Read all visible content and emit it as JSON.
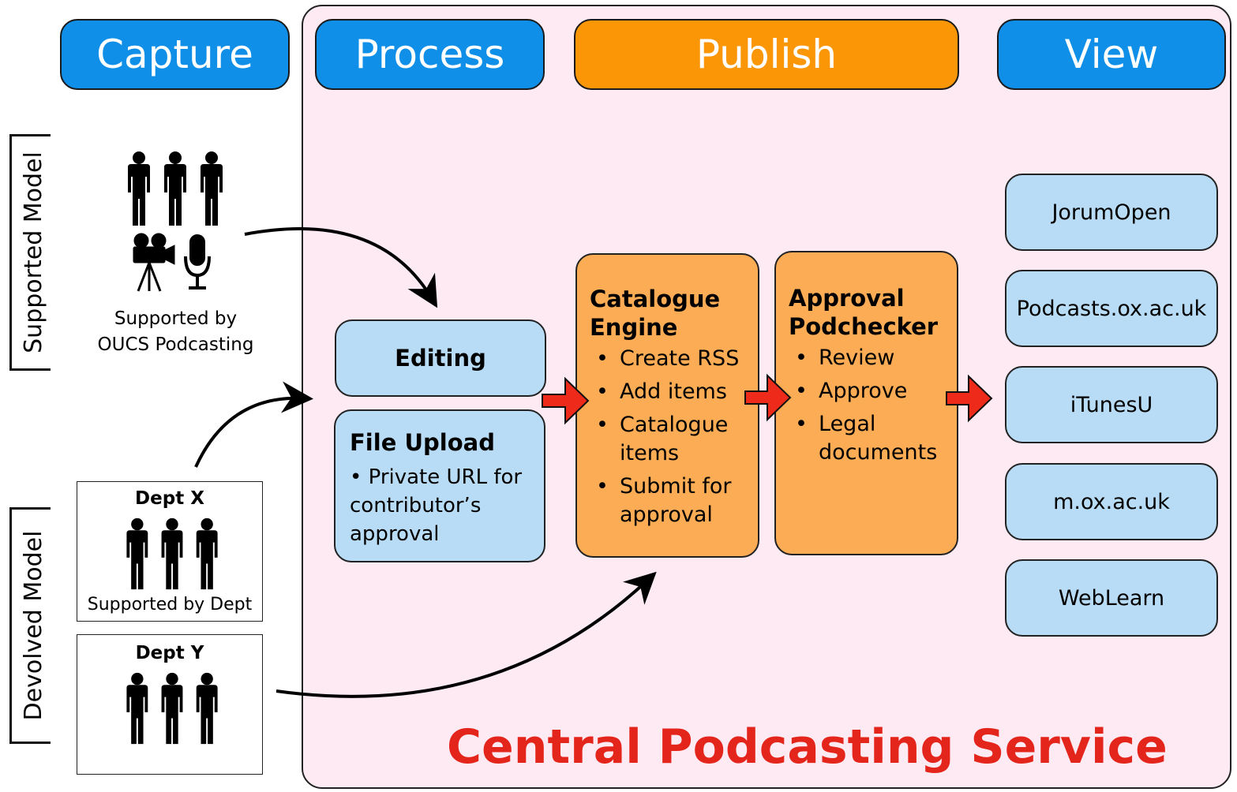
{
  "headers": {
    "capture": "Capture",
    "process": "Process",
    "publish": "Publish",
    "view": "View"
  },
  "side_labels": {
    "supported": "Supported Model",
    "devolved": "Devolved Model"
  },
  "capture": {
    "supported_caption_line1": "Supported by",
    "supported_caption_line2": "OUCS Podcasting",
    "dept_x": {
      "title": "Dept X",
      "caption": "Supported by Dept"
    },
    "dept_y": {
      "title": "Dept Y"
    }
  },
  "process": {
    "editing": "Editing",
    "file_upload": {
      "title": "File Upload",
      "bullet": "• Private URL for contributor’s approval"
    }
  },
  "catalogue": {
    "title_line1": "Catalogue",
    "title_line2": "Engine",
    "items": [
      "Create RSS",
      "Add items",
      "Catalogue items",
      "Submit for approval"
    ]
  },
  "approval": {
    "title_line1": "Approval",
    "title_line2": "Podchecker",
    "items": [
      "Review",
      "Approve",
      "Legal documents"
    ]
  },
  "view_items": [
    "JorumOpen",
    "Podcasts.ox.ac.uk",
    "iTunesU",
    "m.ox.ac.uk",
    "WebLearn"
  ],
  "footer": "Central Podcasting Service",
  "colors": {
    "header_blue": "#0f8fe8",
    "header_orange": "#fb9707",
    "box_blue": "#b9dcf6",
    "box_orange": "#fbac55",
    "central_bg": "#fdeaf3",
    "footer_red": "#e4251b",
    "arrow_red": "#ee2a1b"
  },
  "icons": [
    "person-icon",
    "video-camera-icon",
    "microphone-icon",
    "red-arrow-icon",
    "curved-arrow-icon"
  ]
}
